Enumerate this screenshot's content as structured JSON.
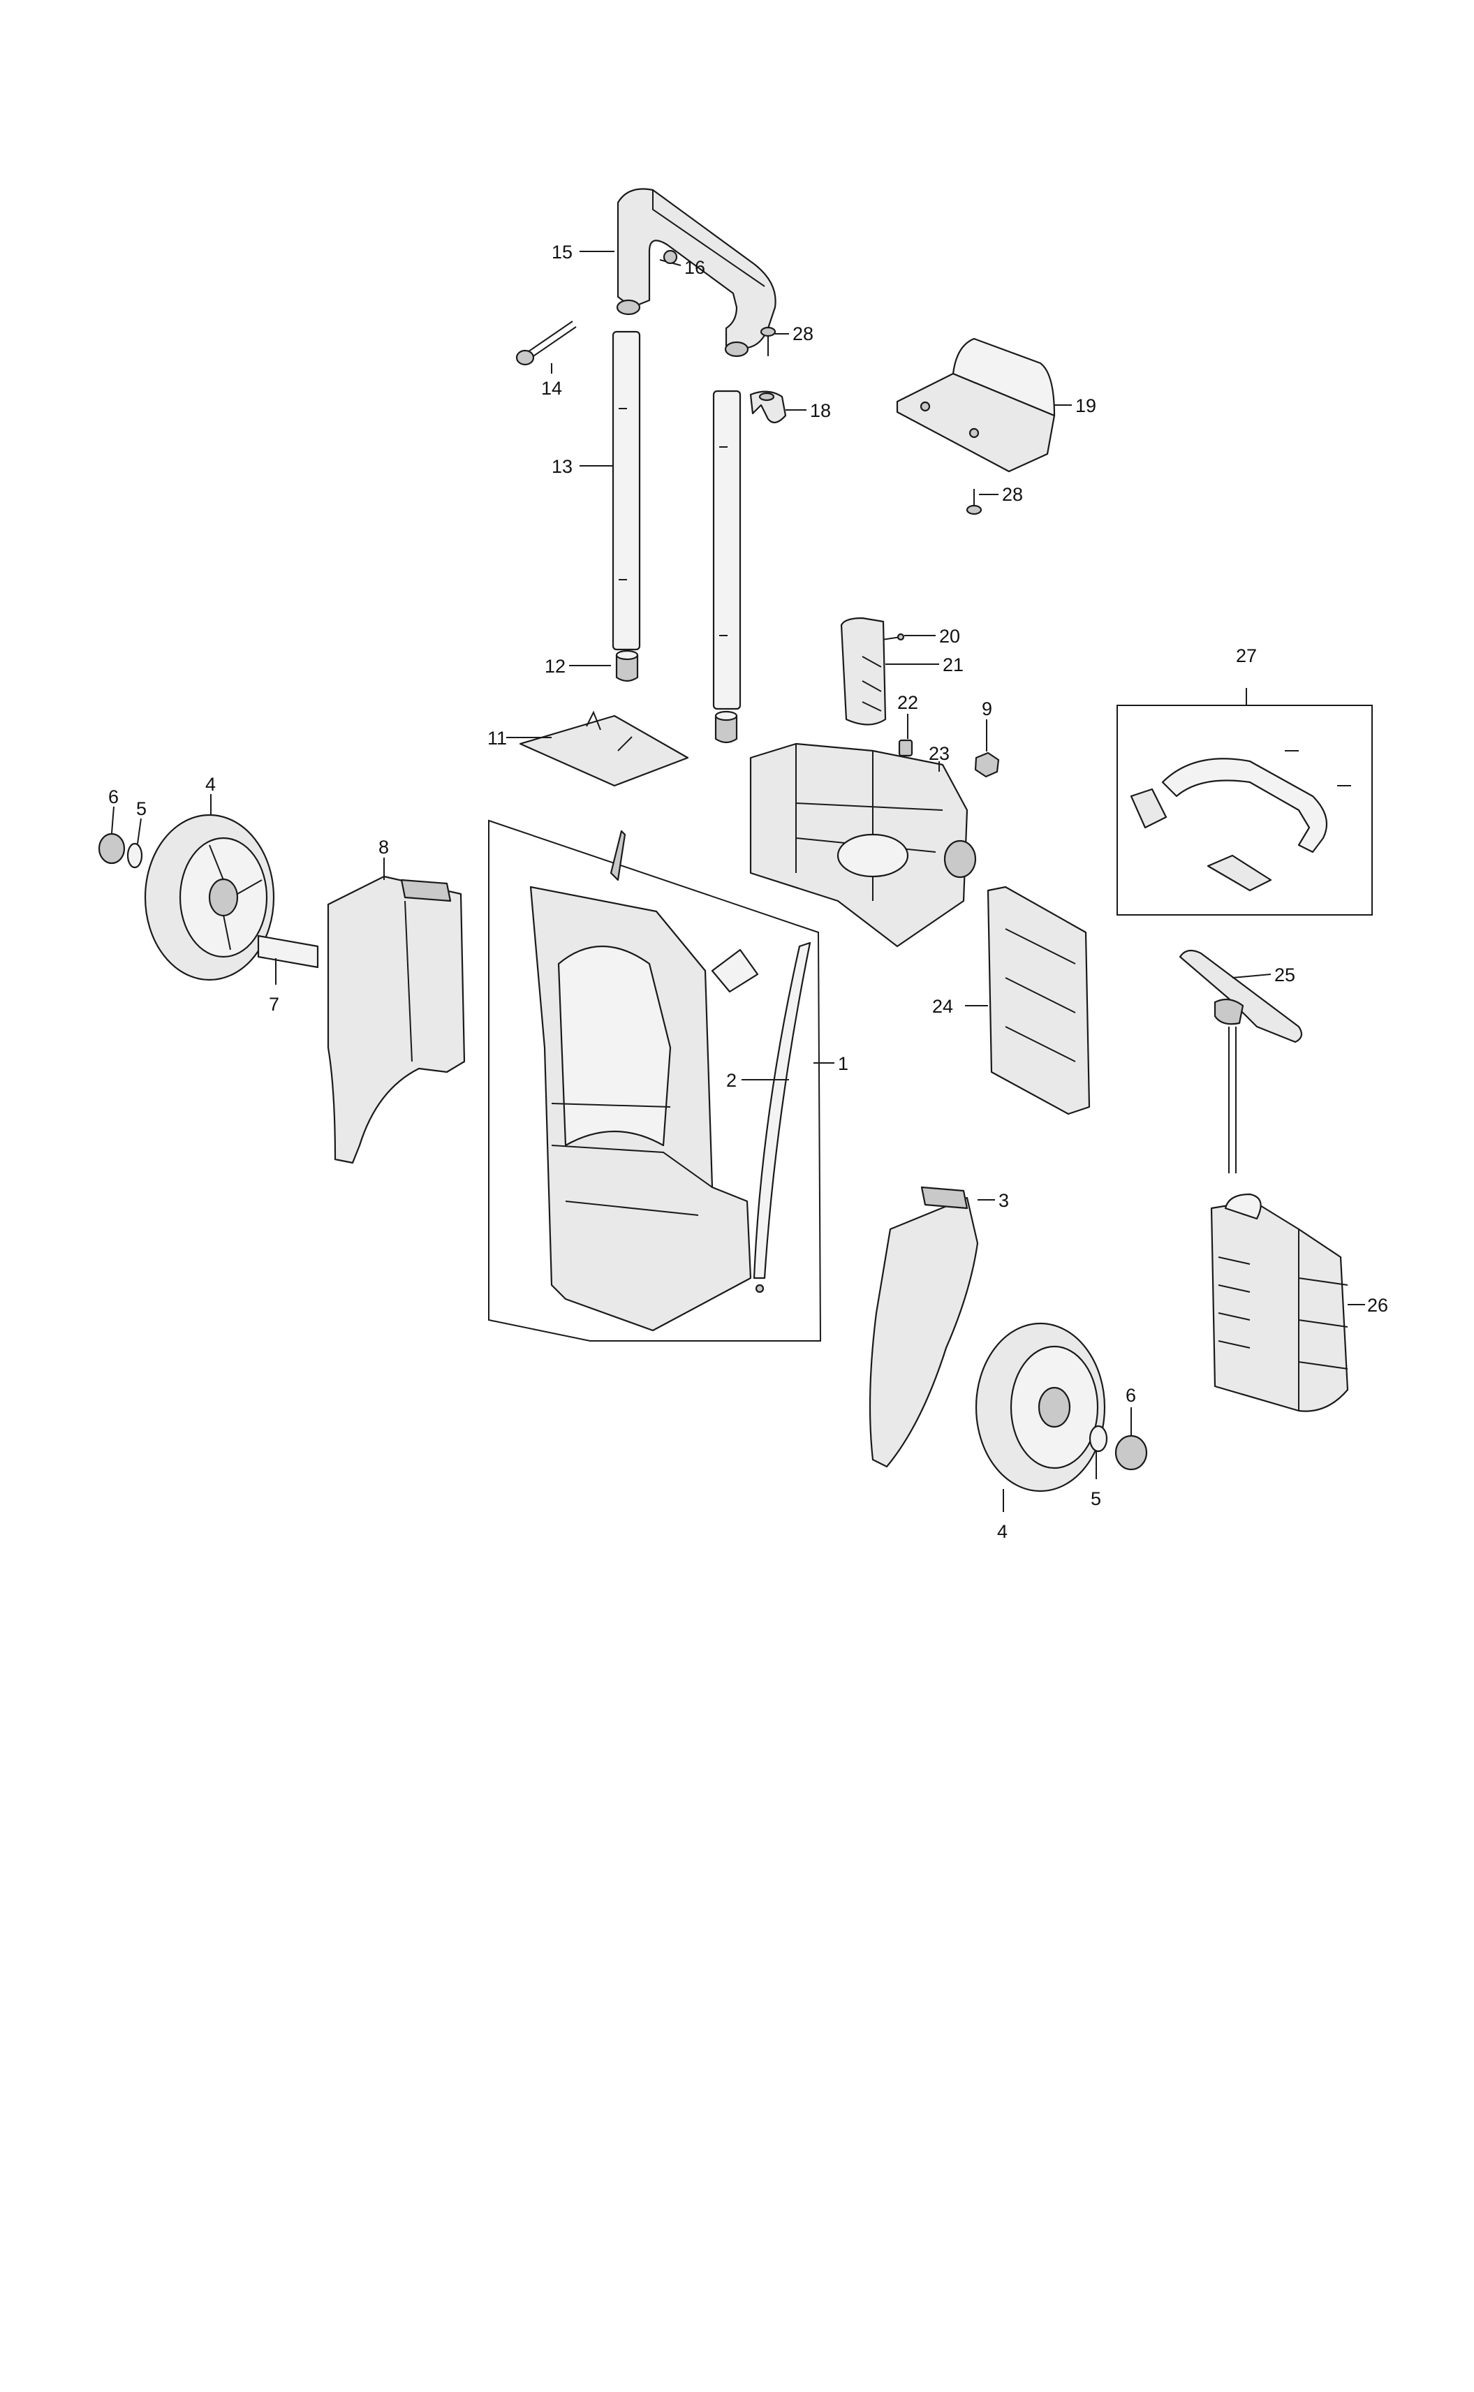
{
  "callouts": {
    "c1": "1",
    "c2": "2",
    "c3": "3",
    "c4a": "4",
    "c4b": "4",
    "c5a": "5",
    "c5b": "5",
    "c6a": "6",
    "c6b": "6",
    "c7": "7",
    "c8": "8",
    "c9": "9",
    "c11": "11",
    "c12": "12",
    "c13": "13",
    "c14": "14",
    "c15": "15",
    "c16": "16",
    "c18": "18",
    "c19": "19",
    "c20": "20",
    "c21": "21",
    "c22": "22",
    "c23": "23",
    "c24": "24",
    "c25": "25",
    "c26": "26",
    "c27": "27",
    "c28a": "28",
    "c28b": "28"
  },
  "colors": {
    "line": "#1a1a1a",
    "fill": "#e9e9e9",
    "background": "#ffffff"
  }
}
